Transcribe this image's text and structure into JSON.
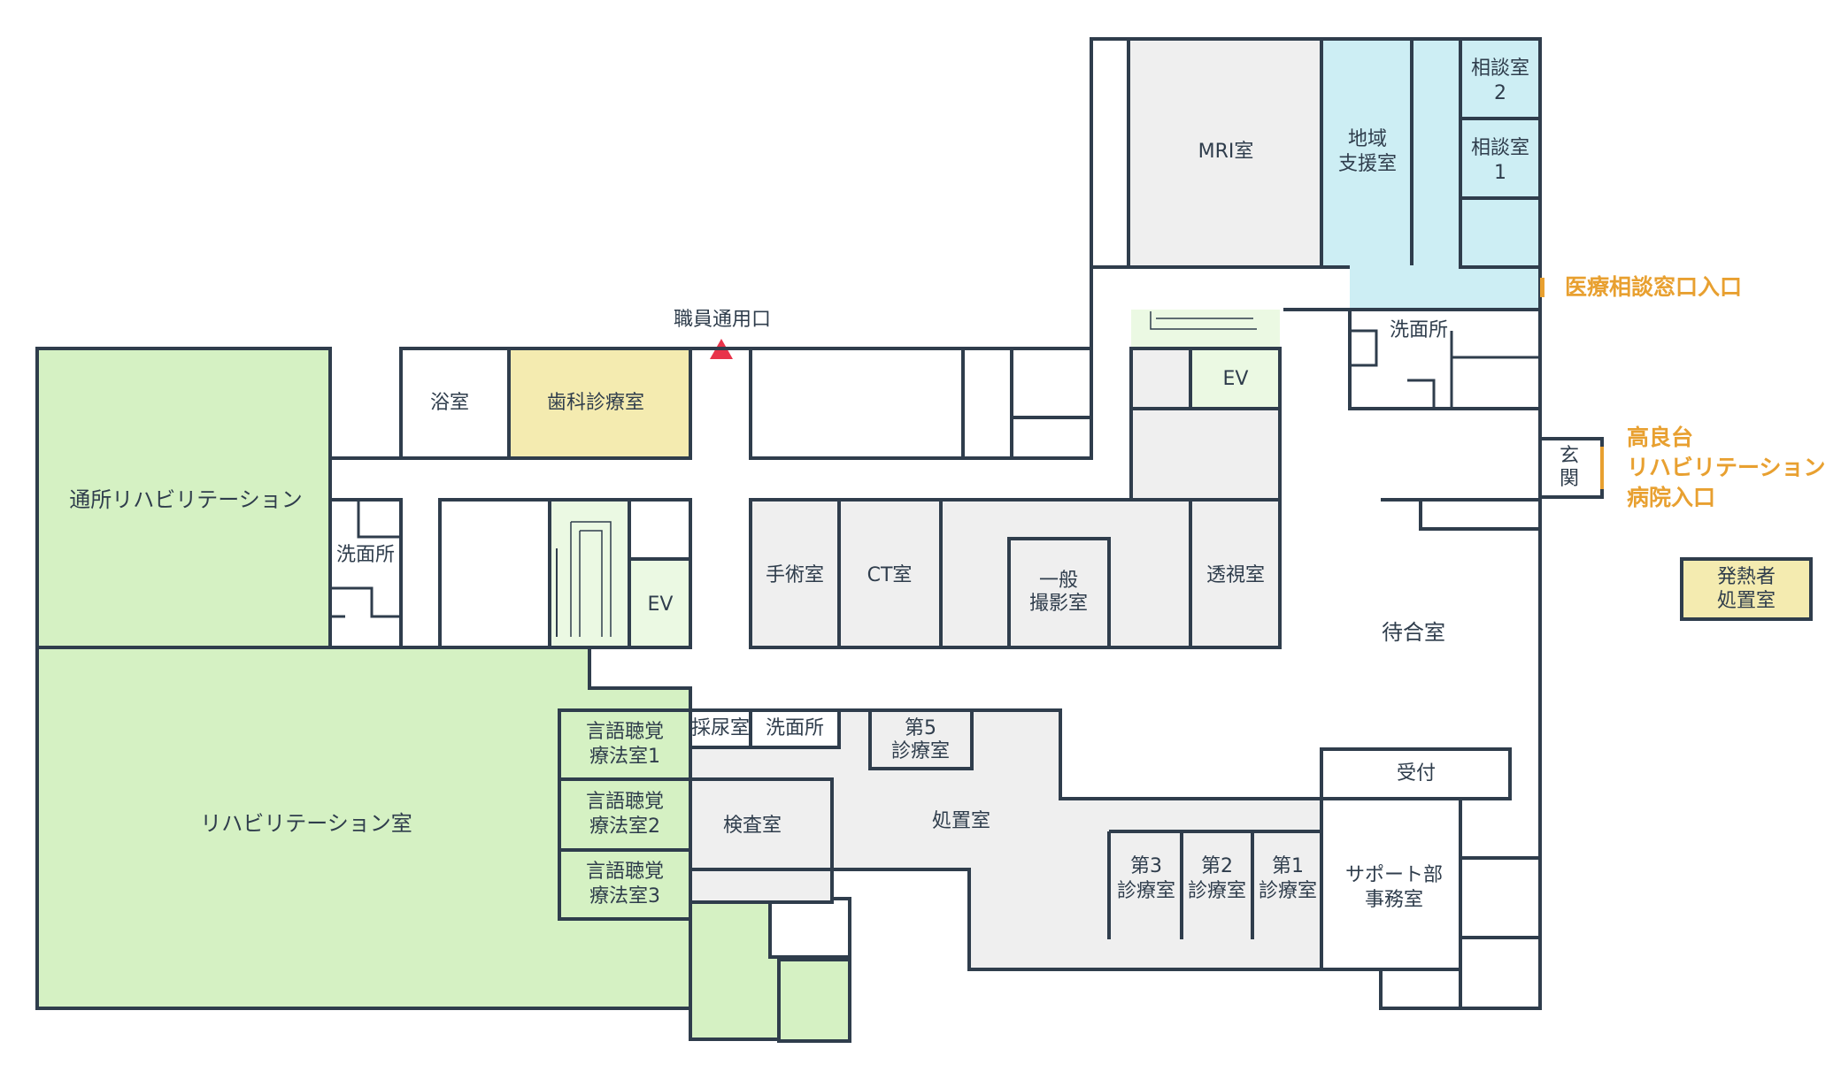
{
  "rooms": {
    "mri": "MRI室",
    "chiiki": [
      "地域",
      "支援室"
    ],
    "sodan2": [
      "相談室",
      "2"
    ],
    "sodan1": [
      "相談室",
      "1"
    ],
    "senmen_top": "洗面所",
    "ev_right": "EV",
    "shokuin": "職員通用口",
    "yokushitsu": "浴室",
    "shika": "歯科診療室",
    "tsusho": "通所リハビリテーション",
    "senmen_left": "洗面所",
    "ev_left": "EV",
    "shujutsu": "手術室",
    "ct": "CT室",
    "ippan": [
      "一般",
      "撮影室"
    ],
    "toshi": "透視室",
    "machiai": "待合室",
    "genkan": [
      "玄",
      "関"
    ],
    "rehab": "リハビリテーション室",
    "gengo1": [
      "言語聴覚",
      "療法室1"
    ],
    "gengo2": [
      "言語聴覚",
      "療法室2"
    ],
    "gengo3": [
      "言語聴覚",
      "療法室3"
    ],
    "sainyo": "採尿室",
    "senmen_mid": "洗面所",
    "dai5": [
      "第5",
      "診療室"
    ],
    "kensa": "検査室",
    "shochi": "処置室",
    "uketsuke": "受付",
    "dai3": [
      "第3",
      "診療室"
    ],
    "dai2": [
      "第2",
      "診療室"
    ],
    "dai1": [
      "第1",
      "診療室"
    ],
    "support": [
      "サポート部",
      "事務室"
    ],
    "hatsunetsu": [
      "発熱者",
      "処置室"
    ]
  },
  "entrances": {
    "iryo": "医療相談窓口入口",
    "koraidai": [
      "高良台",
      "リハビリテーション",
      "病院入口"
    ]
  },
  "colors": {
    "wall": "#2f3d4c",
    "gray_room": "#efefef",
    "green_room": "#d5f1c3",
    "yellow_room": "#f4ebb0",
    "blue_room": "#cdeef4",
    "entrance_text": "#e8a030",
    "entry_marker": "#e8334a"
  }
}
